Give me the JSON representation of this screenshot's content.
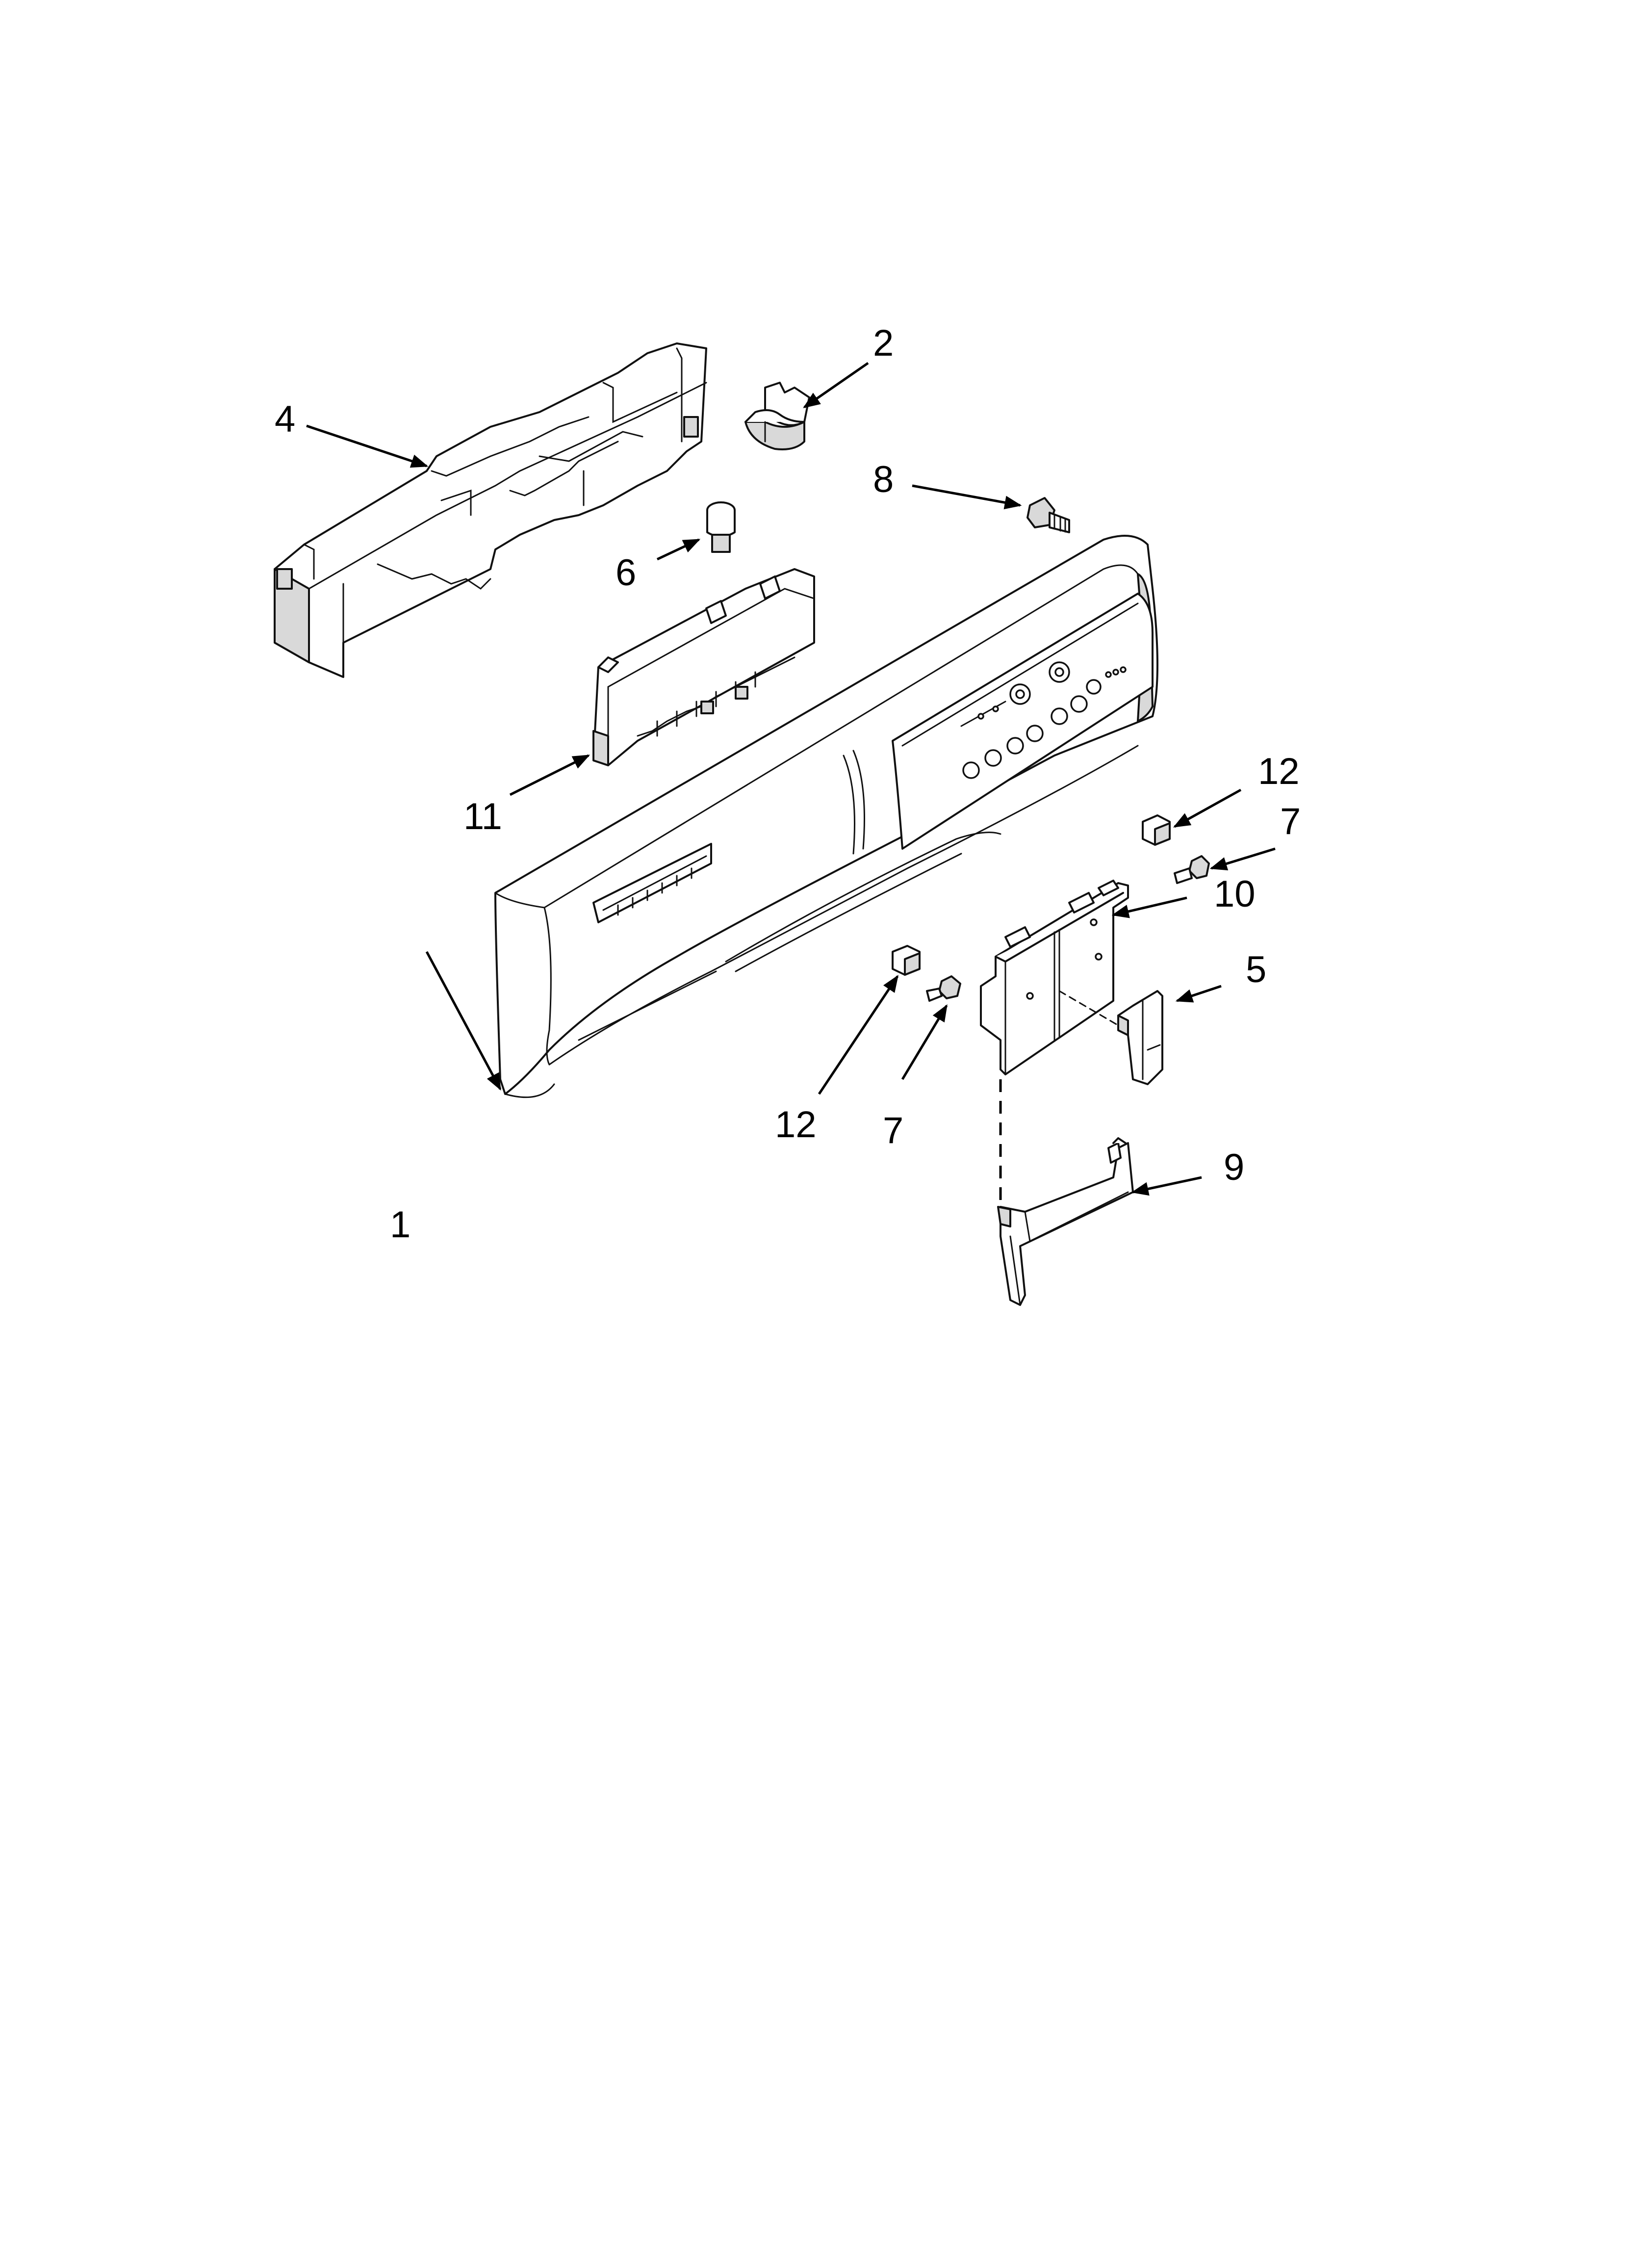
{
  "callouts": [
    {
      "id": "c1",
      "label": "1"
    },
    {
      "id": "c2",
      "label": "2"
    },
    {
      "id": "c4",
      "label": "4"
    },
    {
      "id": "c5",
      "label": "5"
    },
    {
      "id": "c6",
      "label": "6"
    },
    {
      "id": "c7a",
      "label": "7"
    },
    {
      "id": "c7b",
      "label": "7"
    },
    {
      "id": "c8",
      "label": "8"
    },
    {
      "id": "c9",
      "label": "9"
    },
    {
      "id": "c10",
      "label": "10"
    },
    {
      "id": "c11",
      "label": "11"
    },
    {
      "id": "c12a",
      "label": "12"
    },
    {
      "id": "c12b",
      "label": "12"
    }
  ],
  "colors": {
    "ink": "#000000",
    "paper": "#ffffff",
    "shade": "#d9d9d9"
  }
}
